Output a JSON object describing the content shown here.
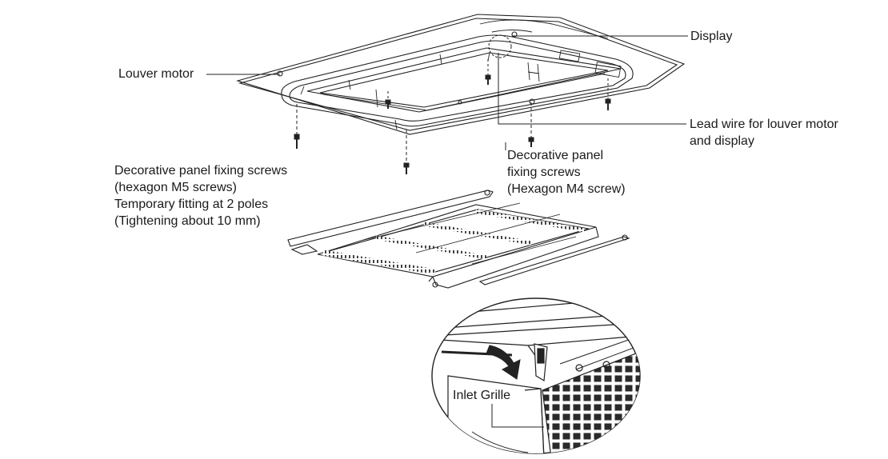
{
  "labels": {
    "display": "Display",
    "louver_motor": "Louver motor",
    "lead_wire": [
      "Lead wire for louver motor",
      "and display"
    ],
    "m4_screws": [
      "Decorative panel",
      "fixing screws",
      "(Hexagon M4 screw)"
    ],
    "m5_screws": [
      "Decorative panel fixing screws",
      "(hexagon M5 screws)",
      "Temporary fitting at 2 poles",
      "(Tightening about 10 mm)"
    ],
    "inlet_grille": "Inlet Grille"
  }
}
